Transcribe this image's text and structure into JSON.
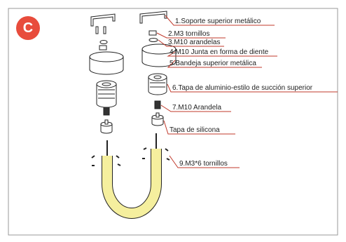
{
  "badge": {
    "letter": "C",
    "color": "#e84c3c"
  },
  "labels": [
    {
      "id": "part-1",
      "text": "1.Soporte superior metálico"
    },
    {
      "id": "part-2",
      "text": "2.M3 tornillos"
    },
    {
      "id": "part-3",
      "text": "3.M10 arandelas"
    },
    {
      "id": "part-4",
      "text": "4.M10 Junta en forma de diente"
    },
    {
      "id": "part-5",
      "text": "5.Bandeja superior metálica"
    },
    {
      "id": "part-6",
      "text": "6.Tapa de aluminio-estilo de succión superior"
    },
    {
      "id": "part-7",
      "text": "7.M10 Arandela"
    },
    {
      "id": "part-8",
      "text": "Tapa de silicona"
    },
    {
      "id": "part-9",
      "text": "9.M3*6 tornillos"
    }
  ],
  "colors": {
    "leader": "#c0392b",
    "outline": "#222222",
    "tube": "#f5ef9e",
    "border": "#9a9a9a"
  }
}
